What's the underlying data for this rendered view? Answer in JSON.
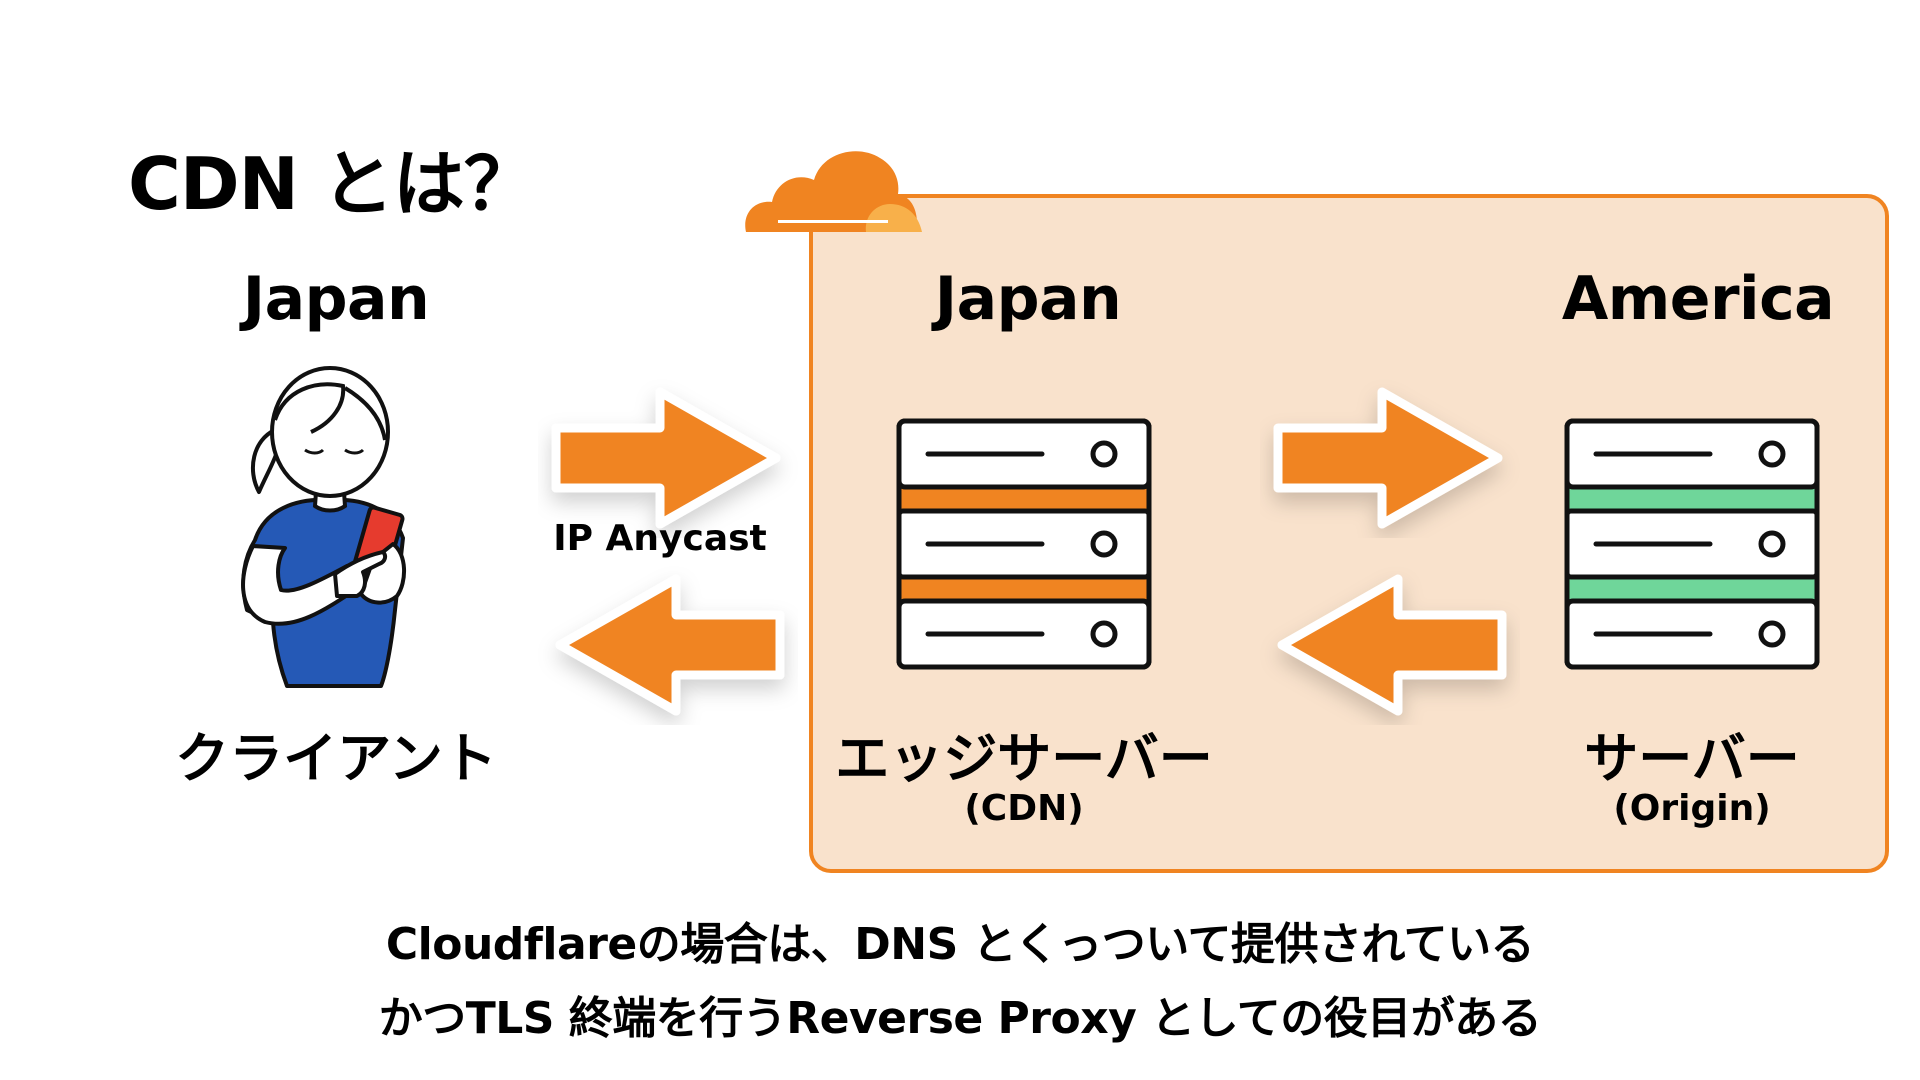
{
  "title": "CDN とは？",
  "client": {
    "region": "Japan",
    "label": "クライアント"
  },
  "anycast_label": "IP Anycast",
  "edge": {
    "region": "Japan",
    "label": "エッジサーバー",
    "sublabel": "(CDN)",
    "stripe_color": "#f08421"
  },
  "origin": {
    "region": "America",
    "label": "サーバー",
    "sublabel": "(Origin)",
    "stripe_color": "#6fd69a"
  },
  "caption": {
    "line1": "Cloudflareの場合は、DNS とくっついて提供されている",
    "line2": "かつTLS 終端を行うReverse Proxy としての役目がある"
  },
  "colors": {
    "accent": "#f08421",
    "box_fill": "#f9e2cc",
    "logo_light": "#f8b04a",
    "shirt": "#2559b6",
    "phone": "#e63b2e"
  },
  "icons": [
    "cloudflare-logo-icon",
    "person-with-phone-icon",
    "server-icon",
    "arrow-right-icon",
    "arrow-left-icon"
  ]
}
